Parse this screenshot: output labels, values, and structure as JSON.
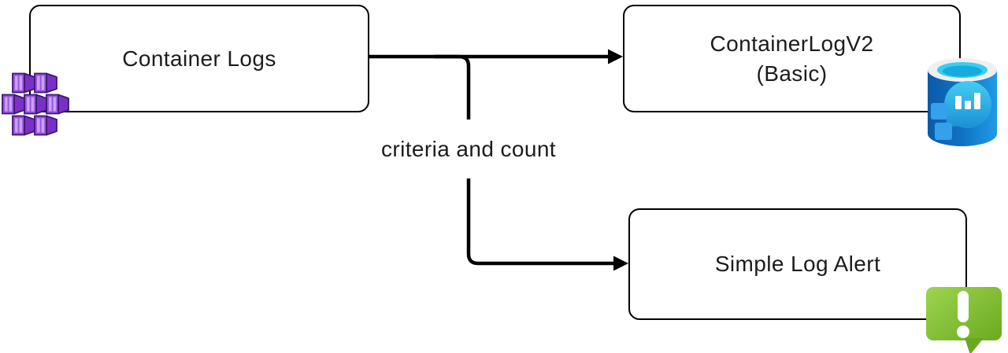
{
  "nodes": {
    "source": {
      "label": "Container Logs",
      "icon": "container-cluster-icon"
    },
    "table": {
      "label": "ContainerLogV2",
      "sublabel": "(Basic)",
      "icon": "log-analytics-database-icon"
    },
    "alert": {
      "label": "Simple Log Alert",
      "icon": "alert-message-icon"
    }
  },
  "edges": {
    "branch_label": "criteria and count"
  },
  "colors": {
    "line": "#000000",
    "box_border": "#000000",
    "background": "#ffffff",
    "container_purple": "#9a55e0",
    "container_purple_dark": "#3c1a70",
    "database_blue": "#1272c4",
    "database_cyan": "#38cdf2",
    "alert_green": "#7cb82f",
    "text": "#1c1c1c"
  }
}
